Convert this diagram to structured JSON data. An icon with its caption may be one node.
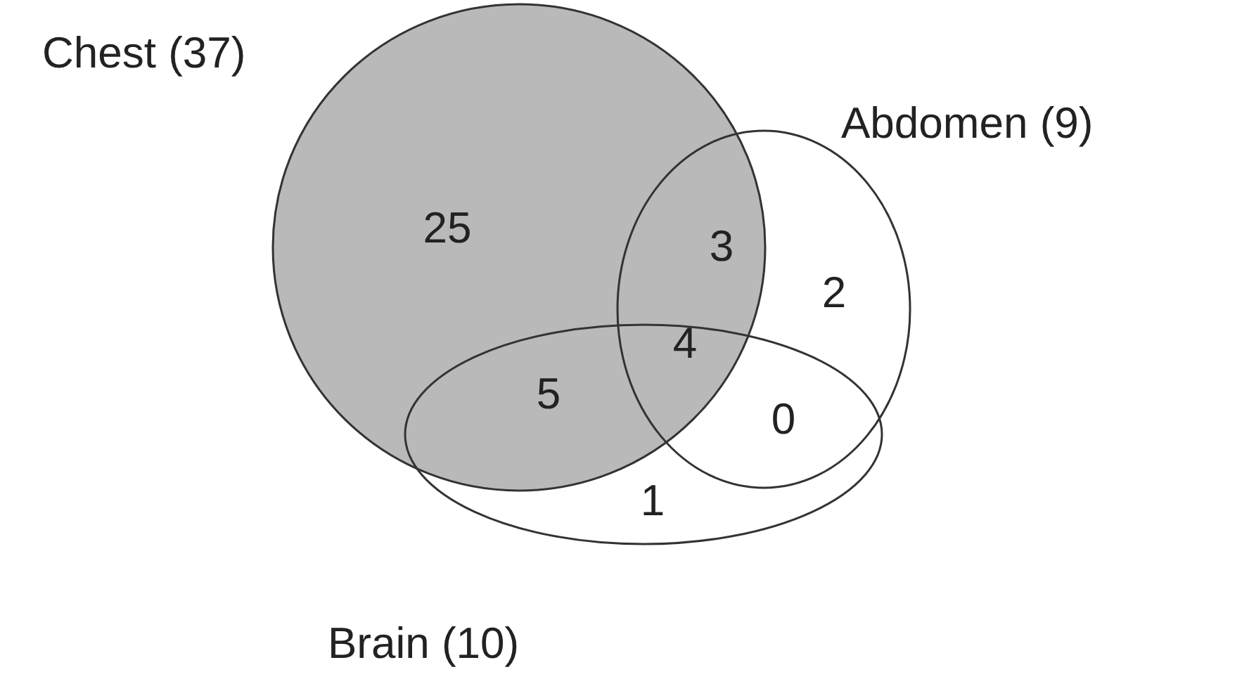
{
  "diagram": {
    "nodes": [
      {
        "text": [
          "Chest (37)"
        ]
      },
      {
        "text": [
          "Abdomen (9)"
        ]
      },
      {
        "text": [
          "Brain (10)"
        ]
      }
    ],
    "labels": [
      "25",
      "3",
      "2",
      "4",
      "5",
      "0",
      "1"
    ]
  }
}
